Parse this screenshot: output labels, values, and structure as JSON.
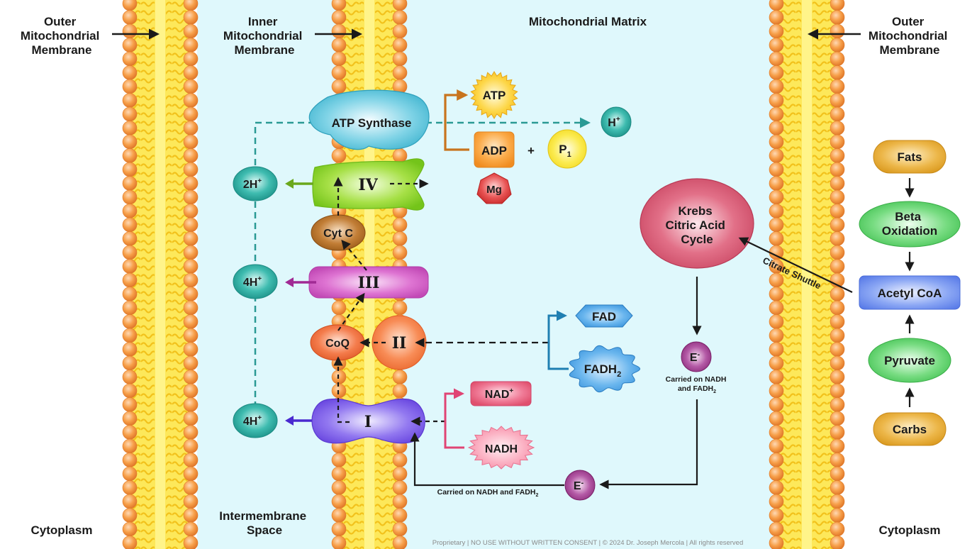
{
  "regions": {
    "outer_membrane_left": [
      "Outer",
      "Mitochondrial",
      "Membrane"
    ],
    "inner_membrane": [
      "Inner",
      "Mitochondrial",
      "Membrane"
    ],
    "matrix": "Mitochondrial Matrix",
    "outer_membrane_right": [
      "Outer",
      "Mitochondrial",
      "Membrane"
    ],
    "cytoplasm_left": "Cytoplasm",
    "intermembrane_space": [
      "Intermembrane",
      "Space"
    ],
    "cytoplasm_right": "Cytoplasm"
  },
  "complexes": {
    "atp_synthase": "ATP Synthase",
    "complex_iv": "IV",
    "cyt_c": "Cyt C",
    "complex_iii": "III",
    "coq": "CoQ",
    "complex_ii": "II",
    "complex_i": "I"
  },
  "protons": {
    "h_plus": {
      "base": "H",
      "sup": "+"
    },
    "iv_out": {
      "base": "2H",
      "sup": "+"
    },
    "iii_out": {
      "base": "4H",
      "sup": "+"
    },
    "i_out": {
      "base": "4H",
      "sup": "+"
    }
  },
  "molecules": {
    "atp": "ATP",
    "adp": "ADP",
    "plus": "+",
    "pi": {
      "base": "P",
      "sub": "1"
    },
    "mg": "Mg",
    "fad": "FAD",
    "fadh2": {
      "base": "FADH",
      "sub": "2"
    },
    "nad_plus": {
      "base": "NAD",
      "sup": "+"
    },
    "nadh": "NADH"
  },
  "krebs": [
    "Krebs",
    "Citric Acid",
    "Cycle"
  ],
  "electrons": {
    "e_matrix": {
      "base": "E",
      "sup": "-"
    },
    "e_matrix_caption": [
      "Carried on NADH",
      "and FADH",
      "2"
    ],
    "e_bottom": {
      "base": "E",
      "sup": "-"
    },
    "e_bottom_caption": [
      "Carried on NADH and FADH",
      "2"
    ]
  },
  "citrate_shuttle": "Citrate Shuttle",
  "fuel_pathway": {
    "fats": "Fats",
    "beta_oxidation": [
      "Beta",
      "Oxidation"
    ],
    "acetyl_coa": "Acetyl CoA",
    "pyruvate": "Pyruvate",
    "carbs": "Carbs"
  },
  "footer": "Proprietary | NO USE WITHOUT WRITTEN CONSENT | © 2024 Dr. Joseph Mercola | All rights reserved",
  "colors": {
    "matrix_bg": "#dff8fc",
    "membrane_core": "#fde85a",
    "membrane_head": "#f59a3c",
    "proton": "#25a89c",
    "atp_synthase": "#5ec6dc",
    "complex_iv": "#8fd42a",
    "cyt_c": "#b06a22",
    "complex_iii": "#d85cc8",
    "coq": "#f06a3a",
    "complex_ii": "#f57a42",
    "complex_i": "#7a5ae8",
    "krebs": "#d45068",
    "electron": "#9a3a8a",
    "fad": "#4aa4e4",
    "nad": "#e86080",
    "fats_carbs": "#e2a52a",
    "green_node": "#5cd46a",
    "acetyl_coa": "#6a8ef0"
  }
}
